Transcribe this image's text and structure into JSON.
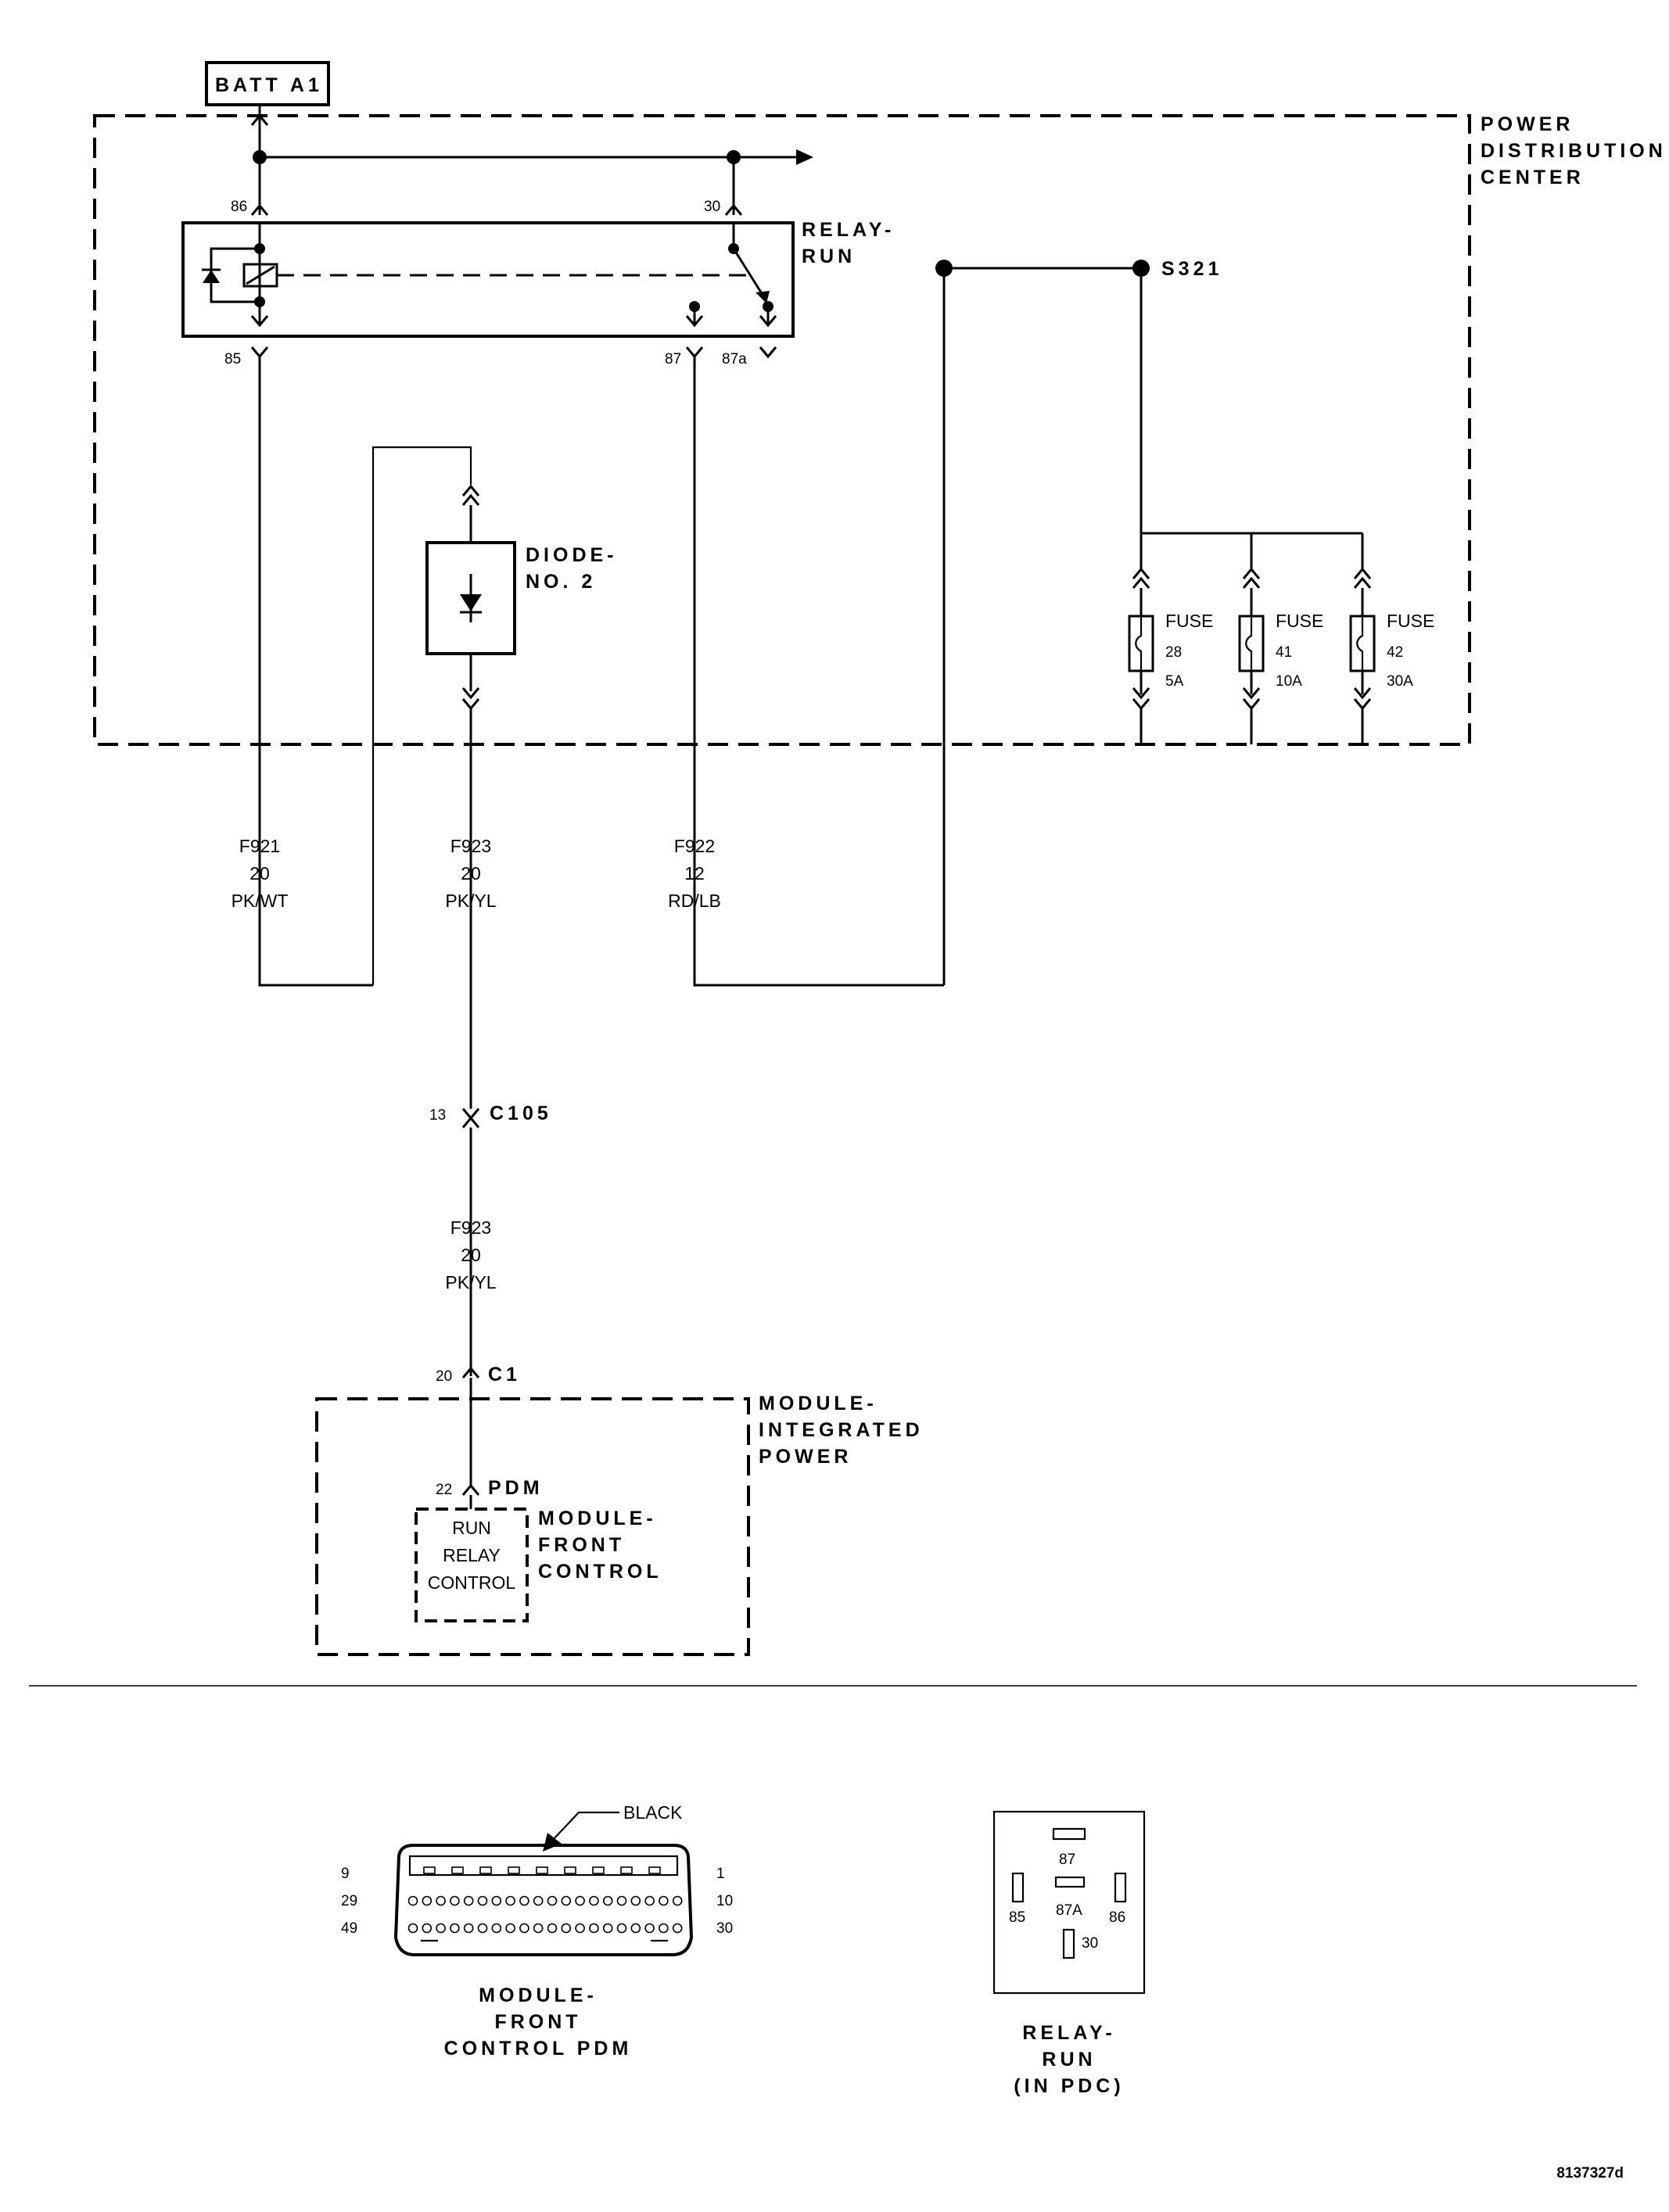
{
  "title": "",
  "labels": {
    "batt": "BATT A1",
    "pdc": [
      "POWER",
      "DISTRIBUTION",
      "CENTER"
    ],
    "relay_run": [
      "RELAY-",
      "RUN"
    ],
    "diode": [
      "DIODE-",
      "NO. 2"
    ],
    "splice": "S321",
    "pin86": "86",
    "pin30": "30",
    "pin85": "85",
    "pin87": "87",
    "pin87a": "87a",
    "fuses": [
      {
        "label": "FUSE",
        "num": "28",
        "amp": "5A"
      },
      {
        "label": "FUSE",
        "num": "41",
        "amp": "10A"
      },
      {
        "label": "FUSE",
        "num": "42",
        "amp": "30A"
      }
    ],
    "wire_f921": [
      "F921",
      "20",
      "PK/WT"
    ],
    "wire_f923": [
      "F923",
      "20",
      "PK/YL"
    ],
    "wire_f922": [
      "F922",
      "12",
      "RD/LB"
    ],
    "c105_pin": "13",
    "c105": "C105",
    "wire_f923_b": [
      "F923",
      "20",
      "PK/YL"
    ],
    "c1_pin": "20",
    "c1": "C1",
    "mip": [
      "MODULE-",
      "INTEGRATED",
      "POWER"
    ],
    "pdm_pin": "22",
    "pdm": "PDM",
    "run_relay_control": [
      "RUN",
      "RELAY",
      "CONTROL"
    ],
    "mfc": [
      "MODULE-",
      "FRONT",
      "CONTROL"
    ]
  },
  "connector_view": {
    "color": "BLACK",
    "pins_left": [
      "9",
      "29",
      "49"
    ],
    "pins_right": [
      "1",
      "10",
      "30"
    ],
    "caption": [
      "MODULE-",
      "FRONT",
      "CONTROL PDM"
    ]
  },
  "relay_view": {
    "pins": [
      "87",
      "87A",
      "85",
      "86",
      "30"
    ],
    "caption": [
      "RELAY-",
      "RUN",
      "(IN PDC)"
    ]
  },
  "figure_id": "8137327d"
}
